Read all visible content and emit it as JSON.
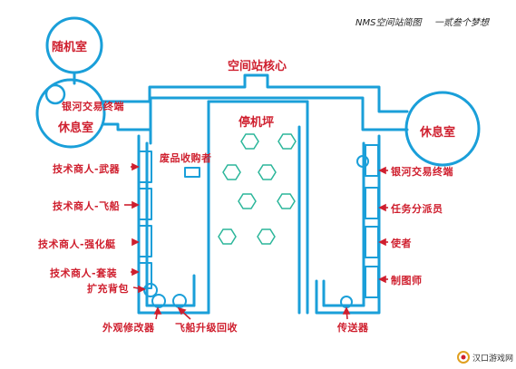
{
  "header": {
    "map_title": "NMS空间站简图",
    "author": "一贰叁个梦想"
  },
  "rooms": {
    "random_room": "随机室",
    "rest_left": "休息室",
    "rest_right": "休息室",
    "core": "空间站核心",
    "landing_pad": "停机坪"
  },
  "left_labels": {
    "trade_terminal": "银河交易终端",
    "weapon_merchant": "技术商人-武器",
    "ship_merchant": "技术商人-飞船",
    "vehicle_merchant": "技术商人-强化艇",
    "suit_merchant": "技术商人-套装",
    "backpack": "扩充背包",
    "appearance": "外观修改器",
    "ship_upgrade": "飞船升级回收",
    "scrap_dealer": "废品收购者"
  },
  "right_labels": {
    "trade_terminal": "银河交易终端",
    "mission_agent": "任务分派员",
    "envoy": "使者",
    "cartographer": "制图师",
    "teleporter": "传送器"
  },
  "watermark": {
    "text": "汉口游戏网"
  },
  "colors": {
    "wall": "#1a9fd9",
    "label": "#cf1f2e",
    "hexagon": "#2bb69a"
  }
}
